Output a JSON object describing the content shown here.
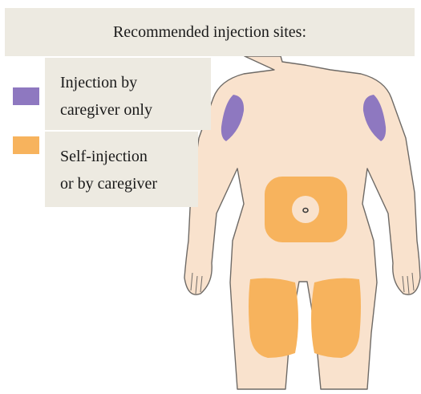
{
  "title": "Recommended injection sites:",
  "legend": [
    {
      "label_line1": "Injection by",
      "label_line2": "caregiver only",
      "color": "#8e78c0",
      "site_type": "caregiver_only"
    },
    {
      "label_line1": "Self-injection",
      "label_line2": "or by caregiver",
      "color": "#f7b35d",
      "site_type": "self_or_caregiver"
    }
  ],
  "colors": {
    "skin": "#f9e2cd",
    "outline": "#6e6a66",
    "panel_background": "#edeae1"
  }
}
